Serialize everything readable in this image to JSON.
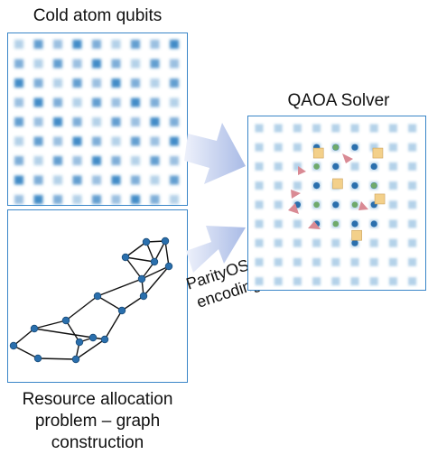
{
  "panels": {
    "qubits": {
      "title": "Cold atom qubits"
    },
    "graph": {
      "caption_lines": [
        "Resource allocation",
        "problem – graph",
        "construction"
      ]
    },
    "qaoa": {
      "title": "QAOA Solver"
    }
  },
  "arrows": {
    "encode": {
      "label_lines": [
        "ParityOS",
        "encoding"
      ]
    }
  },
  "colors": {
    "panel_border": "#3a86c8",
    "qubit_blue": "#2f7fc1",
    "node_fill": "#2a6fad",
    "arrow_fill": "#b7c6ea",
    "square_fill": "#f3d08a",
    "triangle_fill": "#d98a94",
    "green_dot": "#6faa6b"
  }
}
